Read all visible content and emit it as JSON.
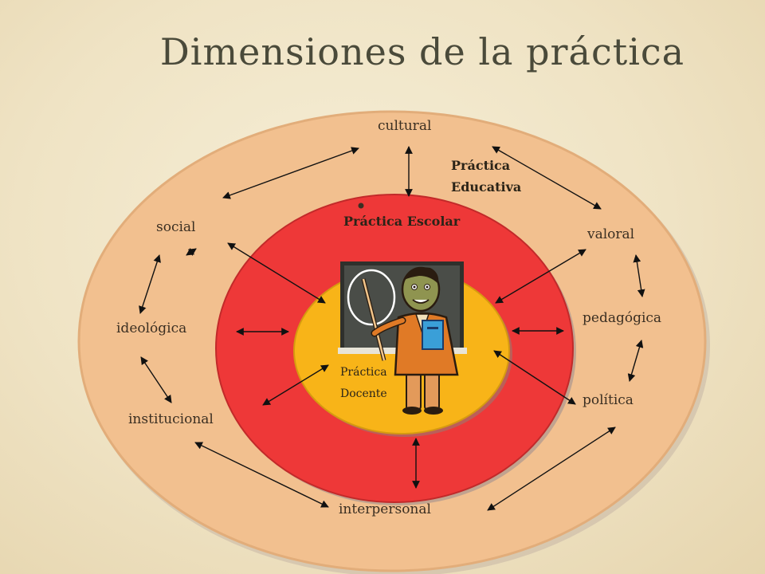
{
  "title": "Dimensiones de la práctica",
  "rings": {
    "outer": "Práctica Educativa",
    "middle": "Práctica Escolar",
    "inner": "Práctica Docente"
  },
  "outer_label_lines": [
    "Práctica",
    "Educativa"
  ],
  "inner_label_lines": [
    "Práctica",
    "Docente"
  ],
  "dimensions": {
    "cultural": "cultural",
    "social": "social",
    "valoral": "valoral",
    "ideologica": "ideológica",
    "pedagogica": "pedagógica",
    "institucional": "institucional",
    "politica": "política",
    "interpersonal": "interpersonal"
  },
  "colors": {
    "outer_ring": "#f2c08f",
    "middle_ring": "#ee3838",
    "inner_ring": "#f8b418",
    "chalkboard": "#4a4d48",
    "teacher_jacket": "#e07a26",
    "book": "#3a9fd8"
  },
  "icons": [
    "teacher-at-chalkboard-icon"
  ]
}
